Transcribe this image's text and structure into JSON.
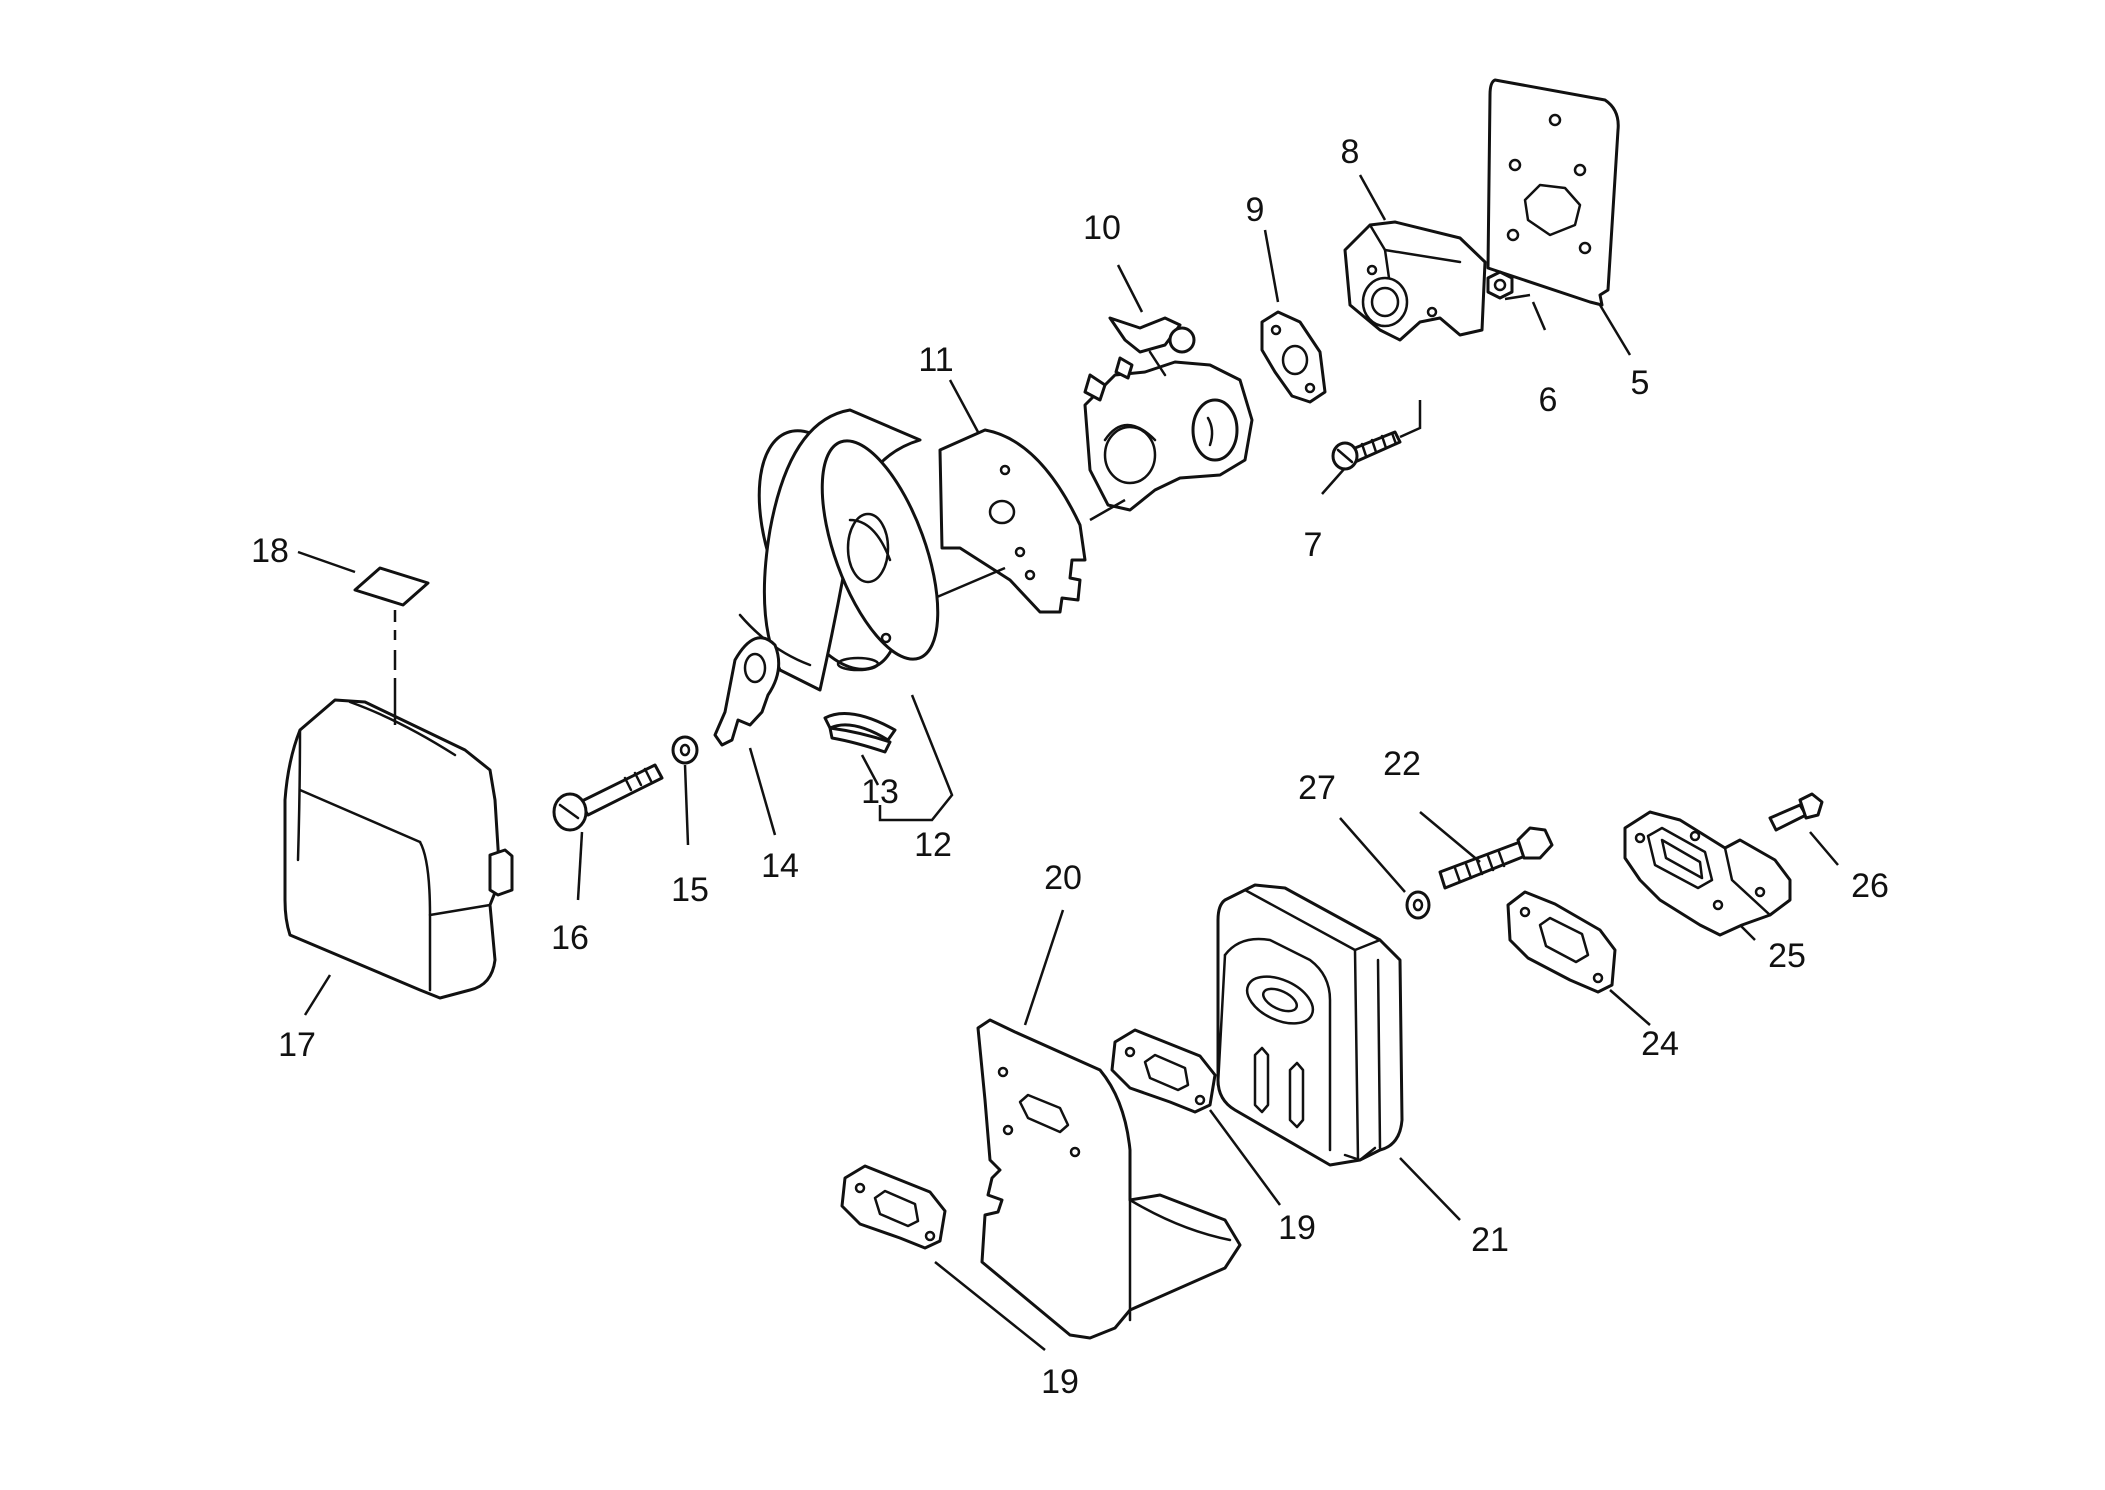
{
  "callouts": {
    "c5": "5",
    "c6": "6",
    "c7": "7",
    "c8": "8",
    "c9": "9",
    "c10": "10",
    "c11": "11",
    "c12": "12",
    "c13": "13",
    "c14": "14",
    "c15": "15",
    "c16": "16",
    "c17": "17",
    "c18": "18",
    "c19a": "19",
    "c19b": "19",
    "c20": "20",
    "c21": "21",
    "c22": "22",
    "c24": "24",
    "c25": "25",
    "c26": "26",
    "c27": "27"
  },
  "colors": {
    "line": "#111111",
    "background": "#ffffff"
  }
}
